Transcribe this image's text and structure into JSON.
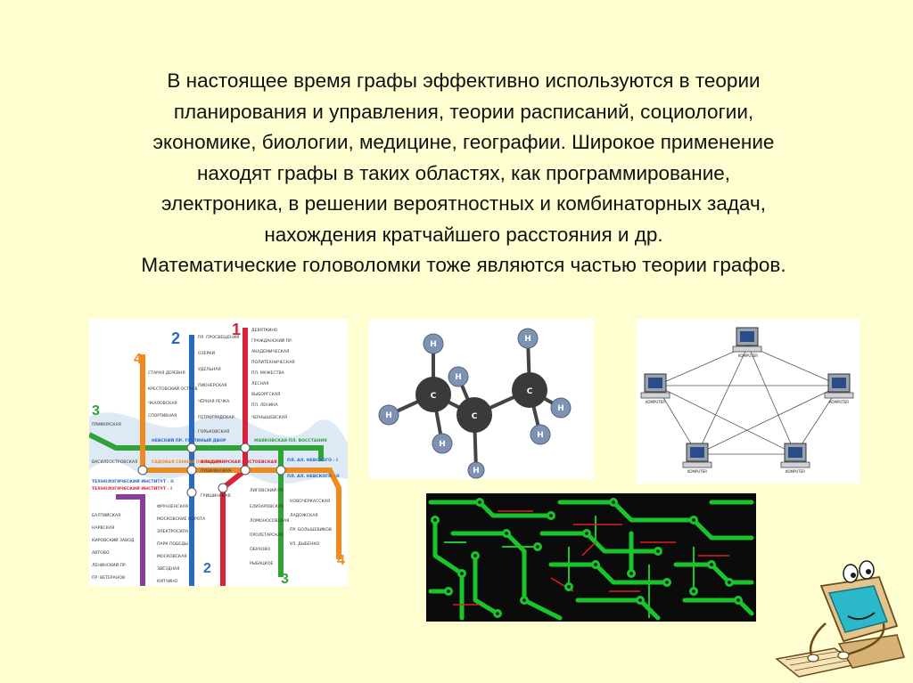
{
  "slide": {
    "lines": [
      "В настоящее время графы эффективно используются в теории",
      "планирования и управления, теории расписаний, социологии,",
      "экономике, биологии, медицине, географии. Широкое применение",
      "находят графы в таких областях, как программирование,",
      "электроника, в решении вероятностных и комбинаторных задач,",
      "нахождения кратчайшего расстояния и др.",
      "Математические головоломки тоже являются частью теории графов."
    ]
  },
  "metro": {
    "line_numbers": [
      "1",
      "2",
      "3",
      "4",
      "4",
      "2",
      "3"
    ],
    "stations_center": [
      "ПР. ПРОСВЕЩЕНИЯ",
      "ОЗЕРКИ",
      "УДЕЛЬНАЯ",
      "ПИОНЕРСКАЯ",
      "ЧЁРНАЯ РЕЧКА",
      "ПЕТРОГРАДСКАЯ",
      "ГОРЬКОВСКАЯ"
    ],
    "stations_right": [
      "ДЕВЯТКИНО",
      "ГРАЖДАНСКИЙ ПР.",
      "АКАДЕМИЧЕСКАЯ",
      "ПОЛИТЕХНИЧЕСКАЯ",
      "ПЛ. МУЖЕСТВА",
      "ЛЕСНАЯ",
      "ВЫБОРГСКАЯ",
      "ПЛ. ЛЕНИНА",
      "ЧЕРНЫШЕВСКАЯ"
    ],
    "stations_left": [
      "СТАРАЯ ДЕРЕВНЯ",
      "КРЕСТОВСКИЙ ОСТРОВ",
      "ЧКАЛОВСКАЯ",
      "СПОРТИВНАЯ",
      "ПРИМОРСКАЯ",
      "ВАСИЛЕОСТРОВСКАЯ"
    ],
    "transfers": [
      "НЕВСКИЙ ПР. ГОСТИНЫЙ ДВОР",
      "МАЯКОВСКАЯ ПЛ. ВОССТАНИЯ",
      "САДОВАЯ СЕННАЯ ПЛОЩАДЬ",
      "ВЛАДИМИРСКАЯ ДОСТОЕВСКАЯ",
      "ПЛ. АЛ. НЕВСКОГО - I",
      "ПЛ. АЛ. НЕВСКОГО - II",
      "ТЕХНОЛОГИЧЕСКИЙ ИНСТИТУТ - II",
      "ТЕХНОЛОГИЧЕСКИЙ ИНСТИТУТ - I"
    ],
    "stations_bottom_left": [
      "БАЛТИЙСКАЯ",
      "НАРВСКАЯ",
      "КИРОВСКИЙ ЗАВОД",
      "АВТОВО",
      "ЛЕНИНСКИЙ ПР.",
      "ПР. ВЕТЕРАНОВ"
    ],
    "stations_bottom_center": [
      "ФРУНЗЕНСКАЯ",
      "МОСКОВСКИЕ ВОРОТА",
      "ЭЛЕКТРОСИЛА",
      "ПАРК ПОБЕДЫ",
      "МОСКОВСКАЯ",
      "ЗВЁЗДНАЯ",
      "КУПЧИНО"
    ],
    "stations_bottom_right": [
      "ЕЛИЗАРОВСКАЯ",
      "ЛОМОНОСОВСКАЯ",
      "ПРОЛЕТАРСКАЯ",
      "ОБУХОВО",
      "РЫБАЦКОЕ",
      "НОВОЧЕРКАССКАЯ",
      "ЛАДОЖСКАЯ",
      "ПР. БОЛЬШЕВИКОВ",
      "УЛ. ДЫБЕНКО"
    ],
    "misc": [
      "ПУШКИНСКАЯ",
      "ЛИГОВСКИЙ ПР.",
      "ГРИШИНСКАЯ"
    ]
  },
  "molecule": {
    "atoms": [
      "H",
      "C",
      "H",
      "C",
      "H"
    ]
  },
  "network": {
    "computer_label": "KOMPUTER"
  },
  "colors": {
    "background": "#fefed0",
    "metro_red": "#d6253b",
    "metro_blue": "#2a6bc0",
    "metro_green": "#2fa338",
    "metro_orange": "#f08a1c",
    "circuit_green": "#19c52a",
    "circuit_red": "#e02020"
  }
}
